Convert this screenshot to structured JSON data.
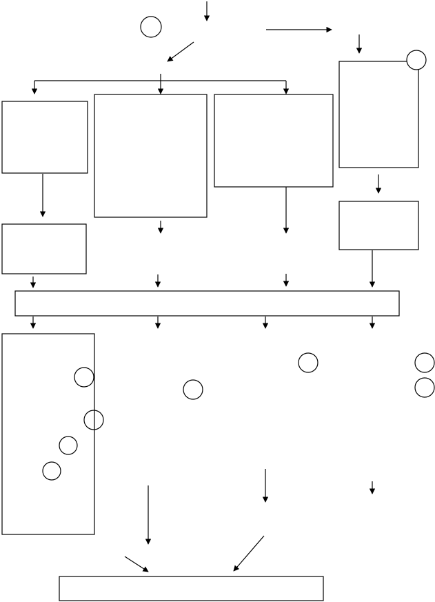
{
  "diagram": {
    "boxes": [
      {
        "id": "box-left-top",
        "label": ""
      },
      {
        "id": "box-center-left-tall",
        "label": ""
      },
      {
        "id": "box-center-right",
        "label": ""
      },
      {
        "id": "box-right-top",
        "label": ""
      },
      {
        "id": "box-left-mid",
        "label": ""
      },
      {
        "id": "box-right-mid",
        "label": ""
      },
      {
        "id": "box-wide-bar",
        "label": ""
      },
      {
        "id": "box-left-bottom-tall",
        "label": ""
      },
      {
        "id": "box-bottom-bar",
        "label": ""
      }
    ],
    "circles": [
      {
        "id": "circle-top",
        "label": ""
      },
      {
        "id": "circle-right-box-corner",
        "label": ""
      },
      {
        "id": "circle-1",
        "label": ""
      },
      {
        "id": "circle-2",
        "label": ""
      },
      {
        "id": "circle-3",
        "label": ""
      },
      {
        "id": "circle-4",
        "label": ""
      },
      {
        "id": "circle-5",
        "label": ""
      },
      {
        "id": "circle-6",
        "label": ""
      },
      {
        "id": "circle-7",
        "label": ""
      },
      {
        "id": "circle-8",
        "label": ""
      }
    ],
    "colors": {
      "stroke": "#000000",
      "background": "#ffffff"
    }
  }
}
